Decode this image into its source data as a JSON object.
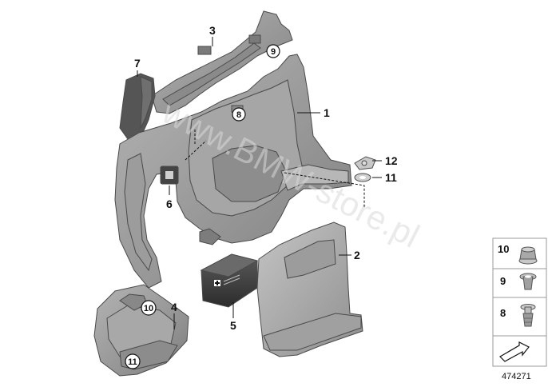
{
  "watermark": "www.BMW-store.pl",
  "diagram_id": "474271",
  "callouts": [
    {
      "id": "1",
      "label": "1",
      "circled": false
    },
    {
      "id": "2",
      "label": "2",
      "circled": false
    },
    {
      "id": "3",
      "label": "3",
      "circled": false
    },
    {
      "id": "4",
      "label": "4",
      "circled": false
    },
    {
      "id": "5",
      "label": "5",
      "circled": false
    },
    {
      "id": "6",
      "label": "6",
      "circled": false
    },
    {
      "id": "7",
      "label": "7",
      "circled": false
    },
    {
      "id": "8",
      "label": "8",
      "circled": true
    },
    {
      "id": "9",
      "label": "9",
      "circled": true
    },
    {
      "id": "10",
      "label": "10",
      "circled": true
    },
    {
      "id": "11a",
      "label": "11",
      "circled": false
    },
    {
      "id": "11b",
      "label": "11",
      "circled": true
    },
    {
      "id": "12",
      "label": "12",
      "circled": false
    }
  ],
  "legend": [
    {
      "label": "10",
      "part": "flange-nut"
    },
    {
      "label": "9",
      "part": "expanding-nut"
    },
    {
      "label": "8",
      "part": "plastic-clip"
    }
  ],
  "colors": {
    "part_fill": "#9a9a9a",
    "part_fill_light": "#bcbcbc",
    "part_fill_dark": "#6e6e6e",
    "outline": "#4a4a4a",
    "legend_border": "#999999"
  }
}
